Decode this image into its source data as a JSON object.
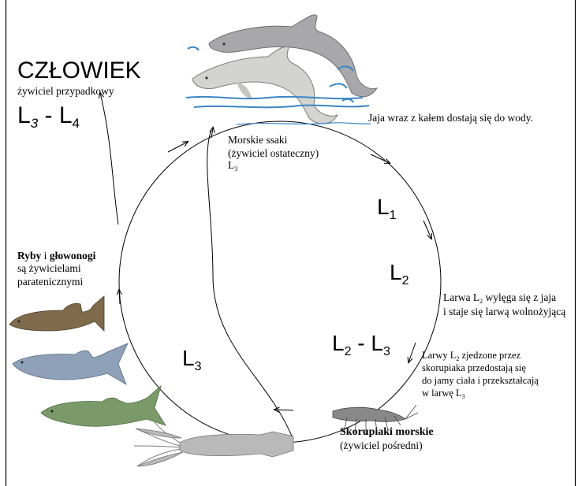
{
  "human": {
    "title": "CZŁOWIEK",
    "role": "żywiciel przypadkowy",
    "stage_a": "L",
    "stage_a_sub": "3",
    "stage_sep": " - L",
    "stage_b_sub": "4"
  },
  "mammals": {
    "line1": "Morskie ssaki",
    "line2": "(żywiciel ostateczny)",
    "stage": "L",
    "stage_sub": "3"
  },
  "eggs_note": "Jaja wraz z kałem dostają się do wody.",
  "stages": {
    "l1": "L",
    "l1_sub": "1",
    "l2": "L",
    "l2_sub": "2",
    "l2l3_a": "L",
    "l2l3_a_sub": "2",
    "l2l3_sep": " - L",
    "l2l3_b_sub": "3",
    "l3": "L",
    "l3_sub": "3"
  },
  "larva_note": {
    "line1_a": "Larwa L",
    "line1_sub": "2",
    "line1_b": " wylęga się z jaja",
    "line2": "i staje się larwą wolnożyjącą"
  },
  "crustacean_note": {
    "line1_a": "Larwy L",
    "line1_sub": "2",
    "line1_b": " zjedzone przez",
    "line2": "skorupiaka przedostają się",
    "line3": "do jamy ciała i przekształcają",
    "line4_a": "w larwę L",
    "line4_sub": "3"
  },
  "crustacean_host": {
    "name": "Skorupiaki morskie",
    "role": "(żywiciel pośredni)"
  },
  "paratenic": {
    "fish": "Ryby",
    "conj": " i ",
    "cephalopods": "głowonogi",
    "line2": "są żywicielami",
    "line3": "paratenicznymi"
  },
  "colors": {
    "line": "#000000",
    "dolphin_back": "#a8a8ab",
    "dolphin_front": "#d3d4d2",
    "water": "#3b86c4",
    "fish_1": "#7f6b4c",
    "fish_2": "#8fa1b8",
    "fish_3": "#7a9a6a",
    "squid": "#b9b9b9"
  }
}
